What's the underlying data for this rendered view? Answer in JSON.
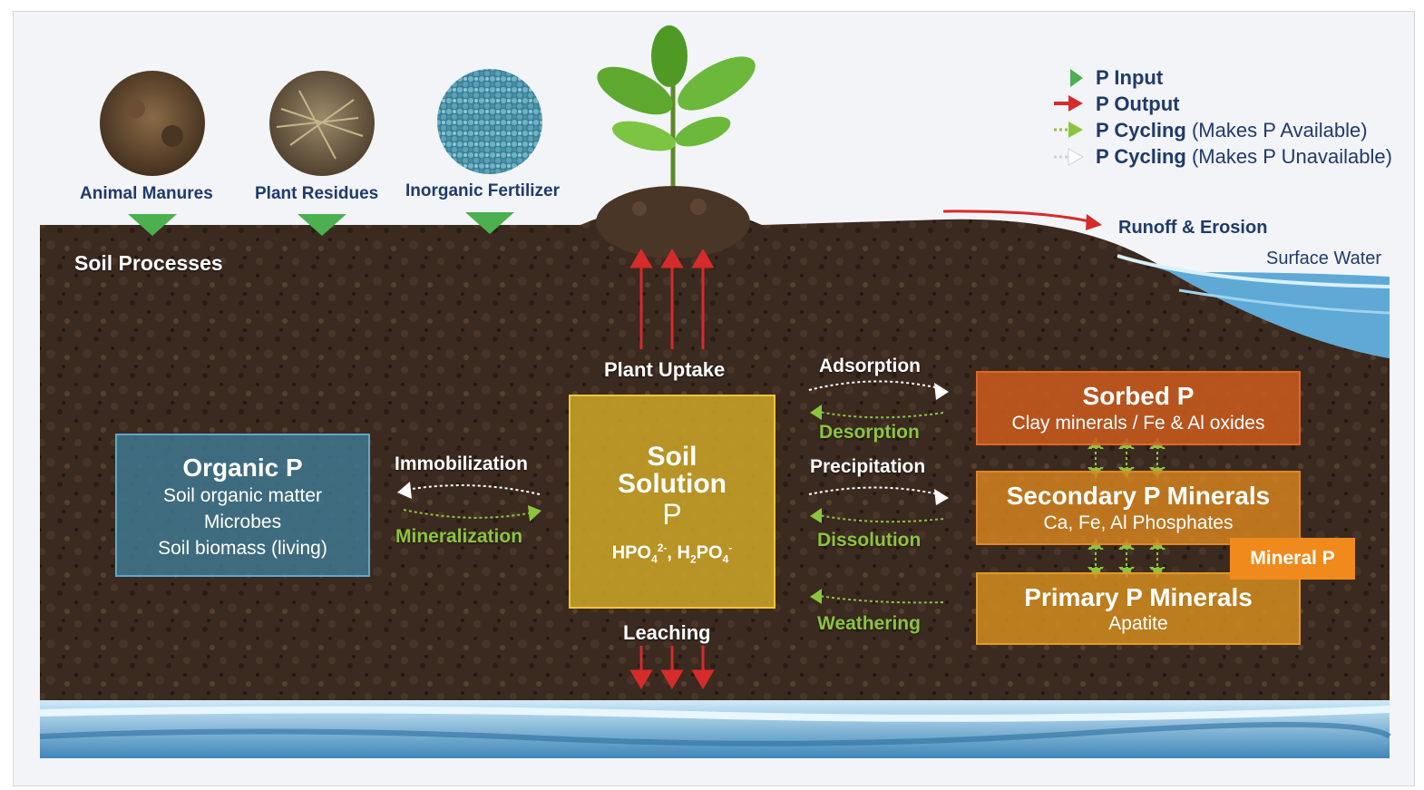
{
  "sources": [
    {
      "label": "Animal Manures",
      "image": "manure-photo"
    },
    {
      "label": "Plant Residues",
      "image": "plant-residue-photo"
    },
    {
      "label": "Inorganic Fertilizer",
      "image": "fertilizer-pellets-photo"
    }
  ],
  "legend": {
    "input": "P Input",
    "output": "P Output",
    "cycling_available_main": "P Cycling",
    "cycling_available_paren": "(Makes P Available)",
    "cycling_unavailable_main": "P Cycling",
    "cycling_unavailable_paren": "(Makes P Unavailable)"
  },
  "labels": {
    "soil_processes": "Soil Processes",
    "runoff": "Runoff & Erosion",
    "surface_water": "Surface Water",
    "plant_uptake": "Plant Uptake",
    "leaching": "Leaching",
    "immobilization": "Immobilization",
    "mineralization": "Mineralization",
    "adsorption": "Adsorption",
    "desorption": "Desorption",
    "precipitation": "Precipitation",
    "dissolution": "Dissolution",
    "weathering": "Weathering"
  },
  "pools": {
    "organic": {
      "title": "Organic P",
      "lines": [
        "Soil organic matter",
        "Microbes",
        "Soil biomass (living)"
      ]
    },
    "solution": {
      "title_1": "Soil",
      "title_2": "Solution",
      "title_3": "P",
      "formula_a": "HPO",
      "formula_a_sub": "4",
      "formula_a_sup": "2-",
      "formula_sep": ", H",
      "formula_b_sub1": "2",
      "formula_b": "PO",
      "formula_b_sub2": "4",
      "formula_b_sup": "-"
    },
    "sorbed": {
      "title": "Sorbed P",
      "subtitle": "Clay minerals / Fe & Al oxides"
    },
    "secondary": {
      "title": "Secondary P Minerals",
      "subtitle": "Ca, Fe, Al Phosphates"
    },
    "primary": {
      "title": "Primary P Minerals",
      "subtitle": "Apatite"
    },
    "mineral_badge": "Mineral P"
  },
  "colors": {
    "soil": "#3b2a20",
    "input_green": "#4caf50",
    "output_red": "#d62b2b",
    "cycling_green": "#8bc53f",
    "organic_box": "#3f7a93",
    "solution_box": "#c9a227",
    "sorbed_box": "#c85a1e",
    "mineral_box": "#d3821f",
    "badge": "#f08a1c",
    "water": "#7ec3e6"
  }
}
